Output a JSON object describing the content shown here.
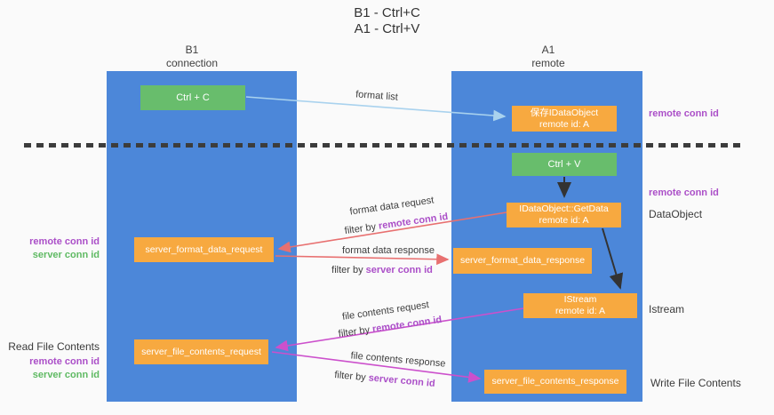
{
  "title": {
    "line1": "B1 - Ctrl+C",
    "line2": "A1 - Ctrl+V"
  },
  "lanes": {
    "left": {
      "title": "B1",
      "subtitle": "connection"
    },
    "right": {
      "title": "A1",
      "subtitle": "remote"
    }
  },
  "nodes": {
    "ctrl_c": {
      "label": "Ctrl + C"
    },
    "save_idataobject": {
      "line1": "保存IDataObject",
      "line2": "remote id: A"
    },
    "ctrl_v": {
      "label": "Ctrl + V"
    },
    "getdata": {
      "line1": "IDataObject::GetData",
      "line2": "remote id: A"
    },
    "server_format_data_request": {
      "label": "server_format_data_request"
    },
    "server_format_data_response": {
      "label": "server_format_data_response"
    },
    "istream": {
      "line1": "IStream",
      "line2": "remote id: A"
    },
    "server_file_contents_request": {
      "label": "server_file_contents_request"
    },
    "server_file_contents_response": {
      "label": "server_file_contents_response"
    }
  },
  "arrow_labels": {
    "format_list": "format list",
    "format_data_request": "format data request",
    "format_data_response": "format data response",
    "file_contents_request": "file contents request",
    "file_contents_response": "file contents response",
    "filter_by": "filter by ",
    "remote_conn_id": "remote conn id",
    "server_conn_id": "server conn id"
  },
  "side_labels": {
    "right_top_remote_conn_id": "remote conn id",
    "right_mid_remote_conn_id": "remote conn id",
    "dataobject": "DataObject",
    "istream": "Istream",
    "write_file_contents": "Write File Contents",
    "left_remote_conn_id_format": "remote conn id",
    "left_server_conn_id_format": "server conn id",
    "read_file_contents": "Read File Contents",
    "left_remote_conn_id_file": "remote conn id",
    "left_server_conn_id_file": "server conn id"
  },
  "colors": {
    "lane_blue": "#4c87d9",
    "node_green": "#68bd6c",
    "node_orange": "#f7a940",
    "purple_label": "#ab4fc8",
    "green_label": "#5fba63",
    "arrow_red": "#e87070",
    "arrow_magenta": "#cc50cc",
    "arrow_blue": "#a9d2ee",
    "arrow_black": "#333333"
  }
}
